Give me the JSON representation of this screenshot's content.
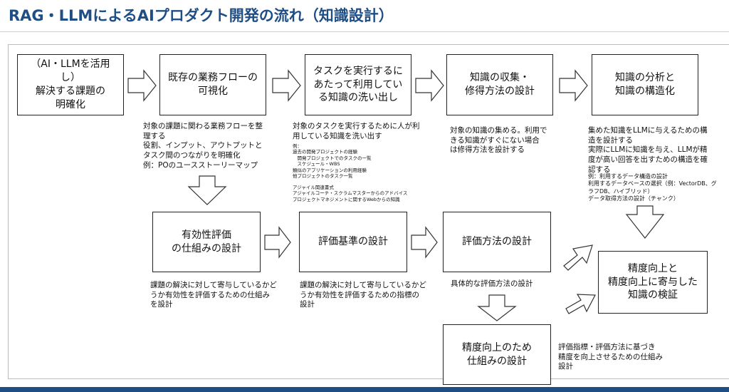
{
  "title": "RAG・LLMによるAIプロダクト開発の流れ（知識設計）",
  "boxes": {
    "b1": "（AI・LLMを活用し）\n解決する課題の\n明確化",
    "b2": "既存の業務フローの\n可視化",
    "b3": "タスクを実行するに\nあたって利用してい\nる知識の洗い出し",
    "b4": "知識の収集・\n修得方法の設計",
    "b5": "知識の分析と\n知識の構造化",
    "b6": "有効性評価\nの仕組みの設計",
    "b7": "評価基準の設計",
    "b8": "評価方法の設計",
    "b9": "精度向上のため\n仕組みの設計",
    "b10": "精度向上と\n精度向上に寄与した\n知識の検証"
  },
  "notes": {
    "n2": "対象の課題に関わる業務フローを整\n理する\n役割、インプット、アウトプットと\nタスク間のつながりを明確化\n例：POのユースストーリーマップ",
    "n3": "対象のタスクを実行するために人が利\n用している知識を洗い出す",
    "n3_detail1": "例：\n過去の開発プロジェクトの経験\n　開発プロジェクトでのタスクの一覧\n　スケジュール・WBS\n類似のアプリケーションの利用経験\n他プロジェクトのタスク一覧",
    "n3_detail2": "アジャイル関連書式\nアジャイルコーチ・スクラムマスターからのアドバイス\nプロジェクトマネジメントに関するWebからの知識",
    "n4": "対象の知識の集める。利用で\nきる知識がすぐにない場合\nは修得方法を設計する",
    "n5": "集めた知識をLLMに与えるための構\n造を設計する\n実際にLLMに知識を与え、LLMが精\n度が高い回答を出すための構造を確\n認する",
    "n5_detail": "例：利用するデータ構造の設計\n利用するデータベースの選択（例：VectorDB、グ\nラフDB、ハイブリッド）\nデータ取得方法の設計（チャンク）",
    "n6": "課題の解決に対して寄与しているかど\nうか有効性を評価するための仕組み\nを設計",
    "n7": "課題の解決に対して寄与しているかど\nうか有効性を評価するための指標の\n設計",
    "n8": "具体的な評価方法の設計",
    "n10": "評価指標・評価方法に基づき\n精度を向上させるための仕組み\n設計"
  }
}
